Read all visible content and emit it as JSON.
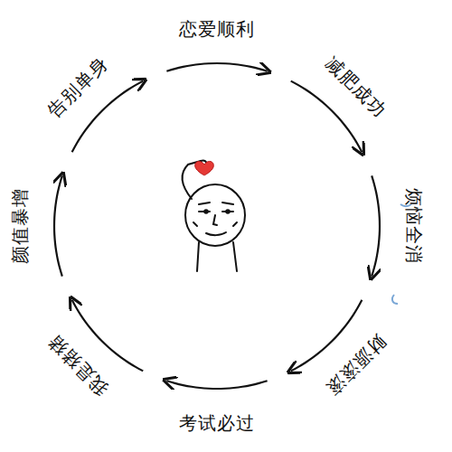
{
  "diagram": {
    "labels": [
      "告别单身",
      "恋爱顺利",
      "减肥成功",
      "烦恼全消",
      "财源滚滚",
      "考试必过",
      "我是猪猪",
      "颜值暴增"
    ]
  }
}
